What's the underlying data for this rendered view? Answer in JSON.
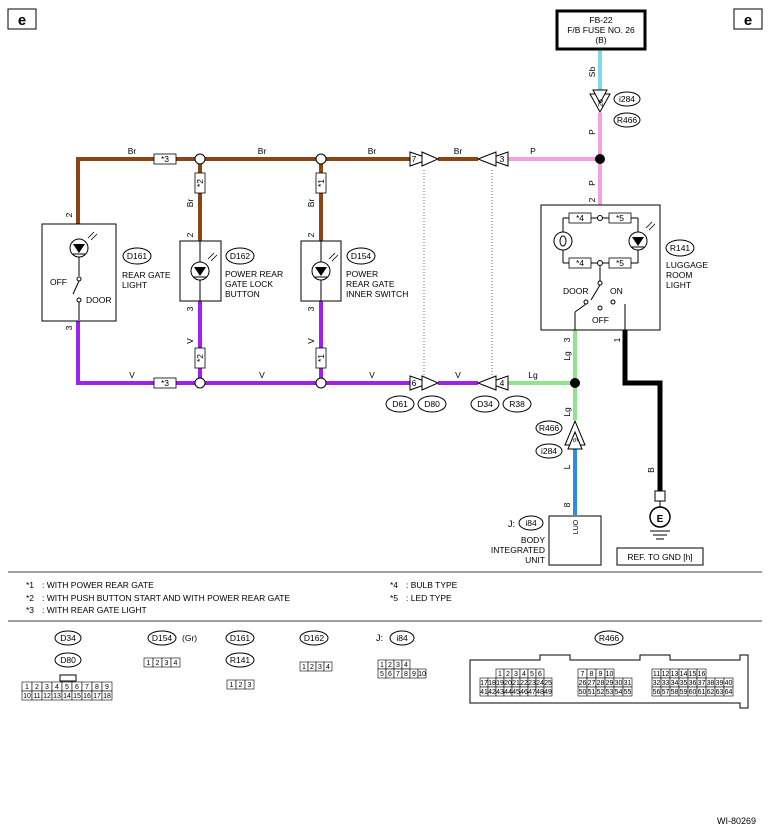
{
  "page_corner_labels": [
    "e",
    "e"
  ],
  "fuse": {
    "line1": "FB-22",
    "line2": "F/B FUSE NO. 26",
    "line3": "(B)"
  },
  "connector_tags": {
    "i284_top": "i284",
    "r466_top": "R466",
    "r466_mid": "R466",
    "i284_mid": "i284",
    "d61": "D61",
    "d80": "D80",
    "d34": "D34",
    "r38": "R38",
    "j_i84": "i84"
  },
  "wire_colors": {
    "sb": "Sb",
    "br": "Br",
    "p": "P",
    "v": "V",
    "lg": "Lg",
    "l": "L",
    "b": "B"
  },
  "pin_numbers": {
    "p26": "26",
    "p2": "2",
    "p3": "3",
    "p7": "7",
    "p6": "6",
    "p4": "4",
    "p1": "1",
    "p8": "8",
    "p9": "9"
  },
  "option_marks": {
    "m1": "*1",
    "m2": "*2",
    "m3": "*3",
    "m4": "*4",
    "m5": "*5"
  },
  "components": {
    "rear_gate_light": {
      "code": "D161",
      "name1": "REAR GATE",
      "name2": "LIGHT",
      "off": "OFF",
      "door": "DOOR"
    },
    "lock_button": {
      "code": "D162",
      "name1": "POWER REAR",
      "name2": "GATE LOCK",
      "name3": "BUTTON"
    },
    "inner_switch": {
      "code": "D154",
      "name1": "POWER",
      "name2": "REAR GATE",
      "name3": "INNER SWITCH"
    },
    "luggage_light": {
      "code": "R141",
      "name1": "LUGGAGE",
      "name2": "ROOM",
      "name3": "LIGHT",
      "door": "DOOR",
      "on": "ON",
      "off": "OFF"
    },
    "body_unit": {
      "prefix": "J:",
      "name1": "BODY",
      "name2": "INTEGRATED",
      "name3": "UNIT",
      "pin_label": "LUO"
    },
    "ground": {
      "symbol": "E",
      "ref": "REF. TO GND [h]"
    }
  },
  "notes": [
    {
      "mark": "*1",
      "text": ": WITH POWER REAR GATE"
    },
    {
      "mark": "*2",
      "text": ": WITH PUSH BUTTON START AND WITH POWER REAR GATE"
    },
    {
      "mark": "*3",
      "text": ": WITH REAR GATE LIGHT"
    },
    {
      "mark": "*4",
      "text": ": BULB TYPE"
    },
    {
      "mark": "*5",
      "text": ": LED TYPE"
    }
  ],
  "connector_views": {
    "d34_d80": {
      "code1": "D34",
      "code2": "D80",
      "rows": [
        [
          "1",
          "2",
          "3",
          "4",
          "5",
          "6",
          "7",
          "8",
          "9"
        ],
        [
          "10",
          "11",
          "12",
          "13",
          "14",
          "15",
          "16",
          "17",
          "18"
        ]
      ]
    },
    "d154": {
      "code": "D154",
      "note": "(Gr)",
      "rows": [
        [
          "1",
          "2",
          "3",
          "4"
        ]
      ]
    },
    "d161_r141": {
      "code1": "D161",
      "code2": "R141",
      "rows": [
        [
          "1",
          "2",
          "3"
        ]
      ]
    },
    "d162": {
      "code": "D162",
      "rows": [
        [
          "1",
          "2",
          "3",
          "4"
        ]
      ]
    },
    "i84": {
      "prefix": "J:",
      "code": "i84",
      "row1": [
        "1",
        "2",
        "3",
        "4"
      ],
      "row2": [
        "5",
        "6",
        "7",
        "8",
        "9",
        "10"
      ]
    },
    "r466": {
      "code": "R466",
      "left_rows": [
        [
          "1",
          "2",
          "3",
          "4",
          "5",
          "6"
        ],
        [
          "17",
          "18",
          "19",
          "20",
          "21",
          "22",
          "23",
          "24",
          "25"
        ],
        [
          "41",
          "42",
          "43",
          "44",
          "45",
          "46",
          "47",
          "48",
          "49"
        ]
      ],
      "mid_rows": [
        [
          "7",
          "8",
          "9",
          "10"
        ],
        [
          "26",
          "27",
          "28",
          "29",
          "30",
          "31"
        ],
        [
          "50",
          "51",
          "52",
          "53",
          "54",
          "55"
        ]
      ],
      "right_rows": [
        [
          "11",
          "12",
          "13",
          "14",
          "15",
          "16"
        ],
        [
          "32",
          "33",
          "34",
          "35",
          "36",
          "37",
          "38",
          "39",
          "40"
        ],
        [
          "56",
          "57",
          "58",
          "59",
          "60",
          "61",
          "62",
          "63",
          "64"
        ]
      ]
    }
  },
  "figure_id": "WI-80269",
  "colors": {
    "brown": "#8B4513",
    "pink": "#F2A0E0",
    "violet": "#A020F0",
    "light_green": "#8CE68C",
    "blue": "#2A8CF0",
    "sky": "#7FD8F0",
    "black": "#000000"
  }
}
